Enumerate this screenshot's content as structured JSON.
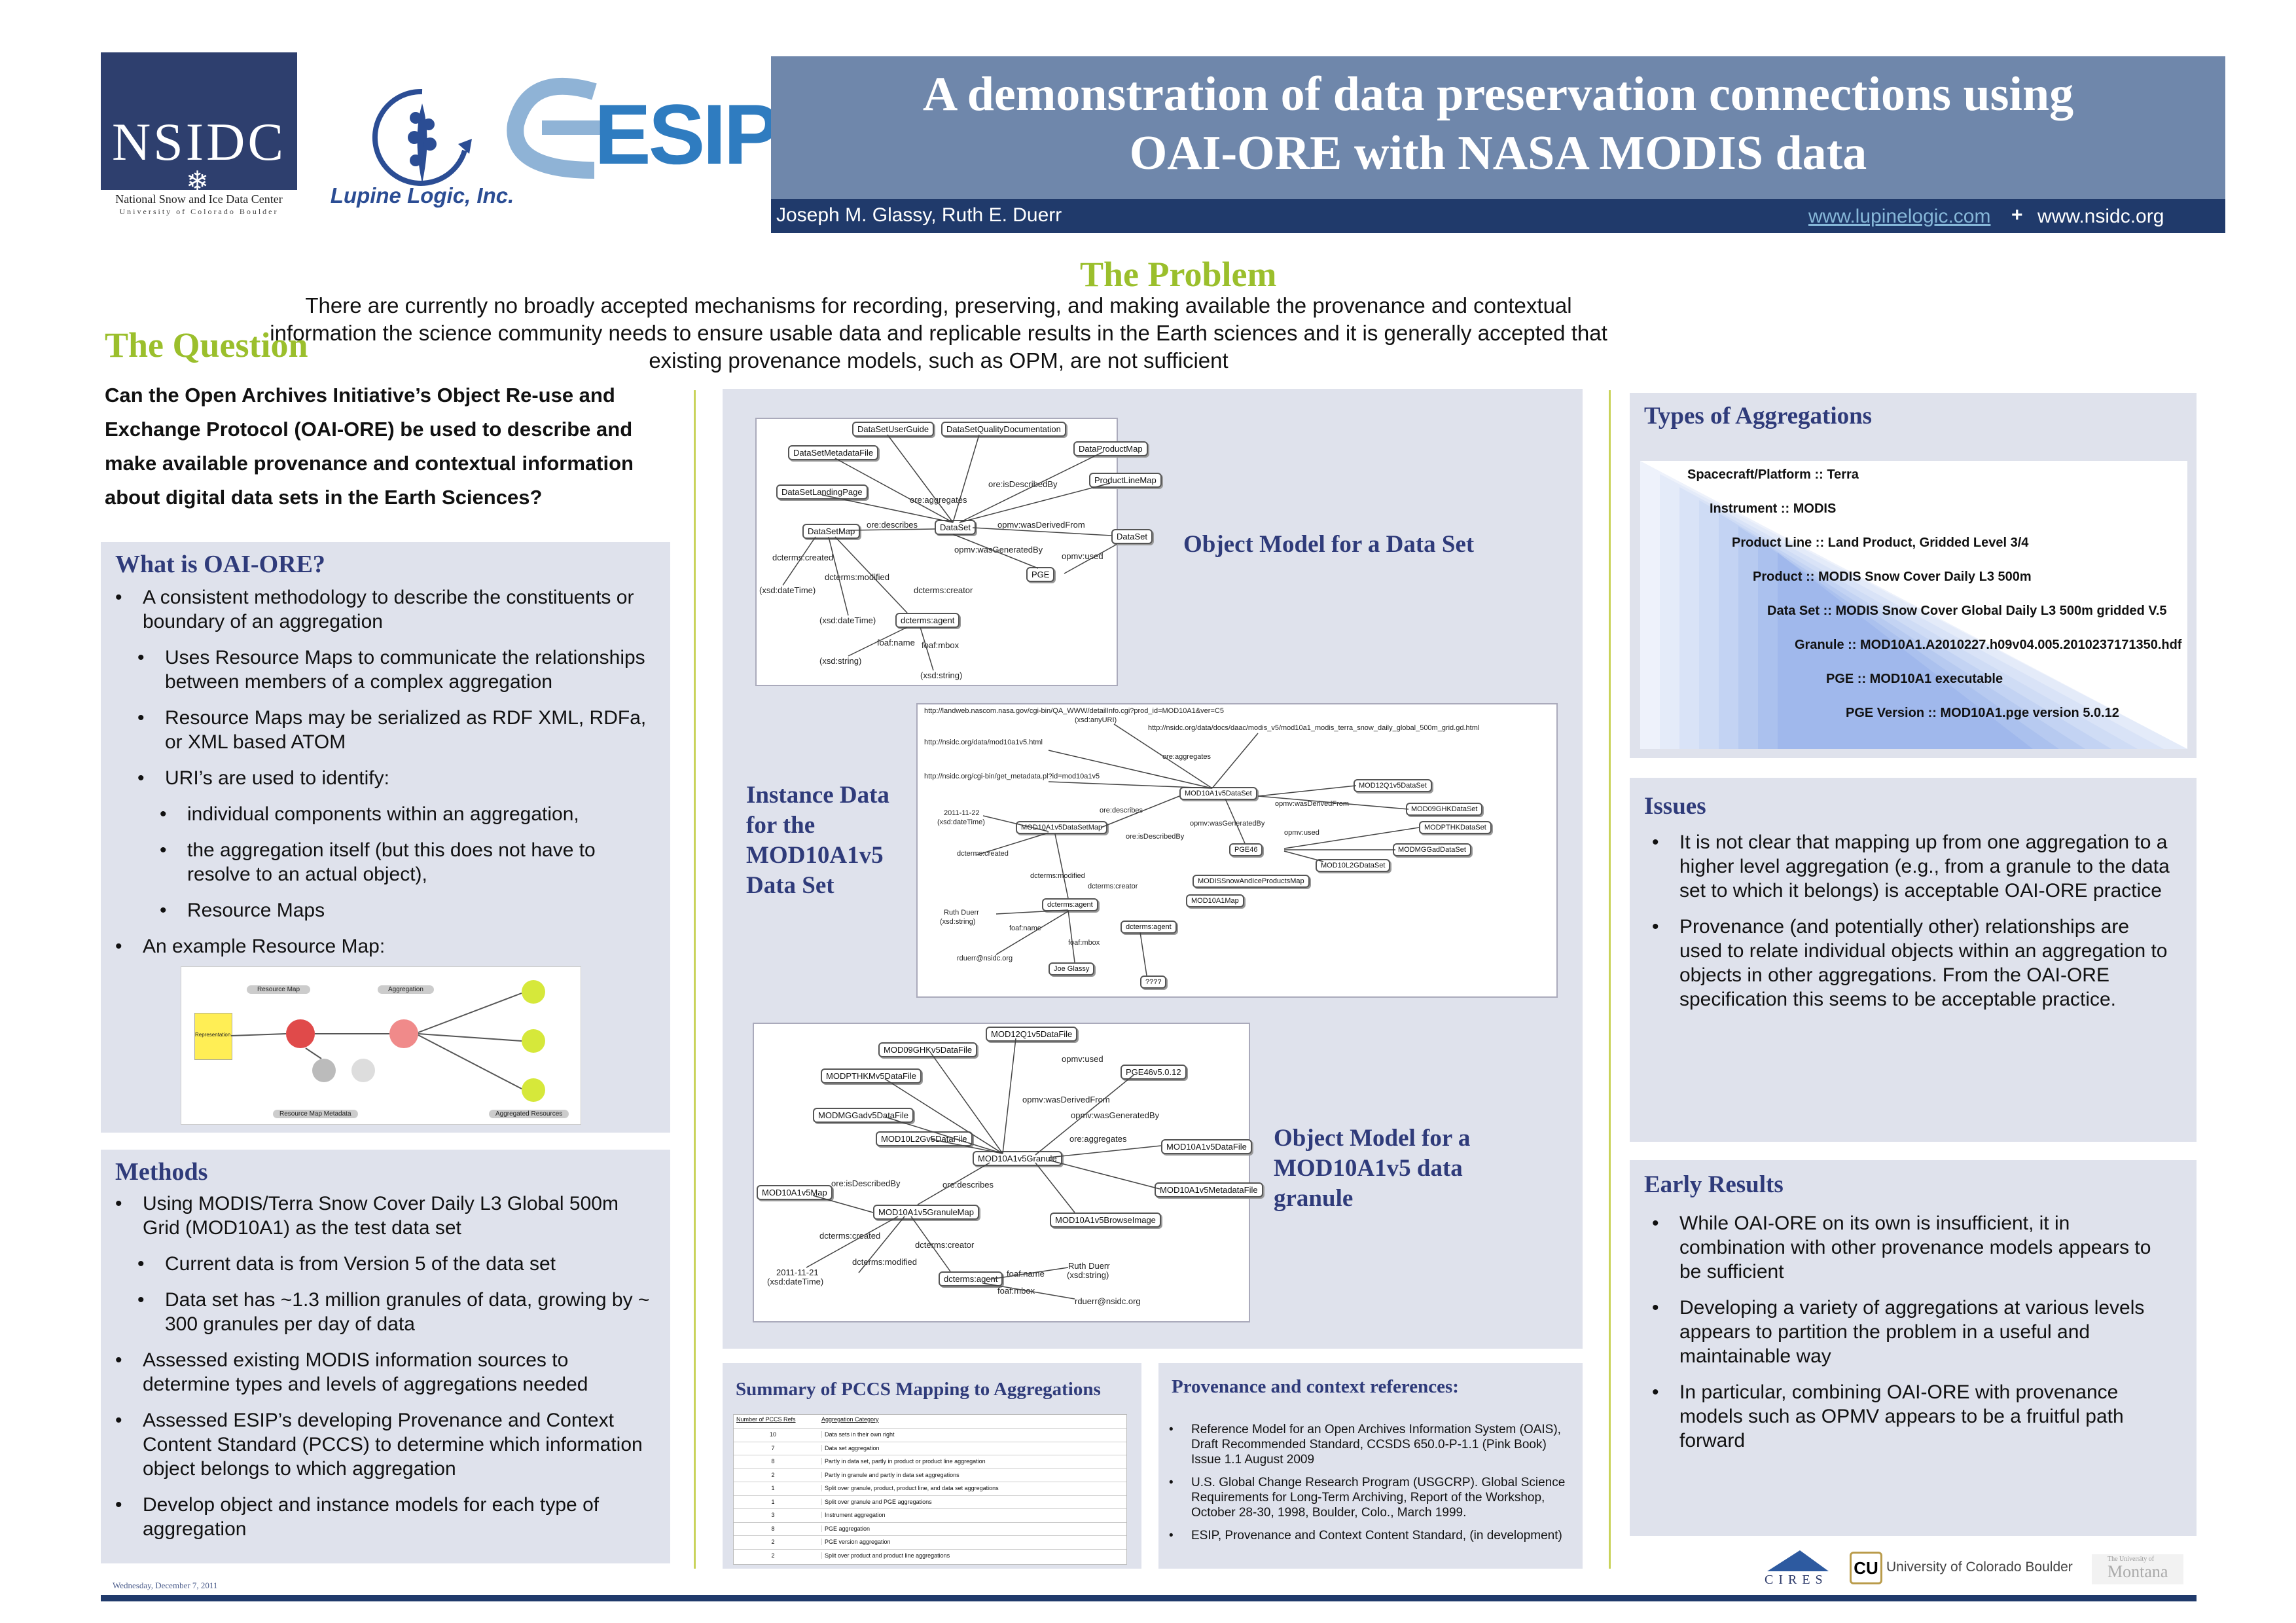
{
  "header": {
    "title_line1": "A demonstration of data preservation connections using",
    "title_line2": "OAI-ORE with NASA MODIS data",
    "authors": "Joseph M. Glassy, Ruth E. Duerr",
    "link1": "www.lupinelogic.com",
    "plus": "+",
    "link2": "www.nsidc.org"
  },
  "logos": {
    "nsidc_text": "NSIDC",
    "nsidc_sub": "National Snow and Ice Data Center",
    "nsidc_sub2": "University of Colorado Boulder",
    "lupine_text": "Lupine Logic, Inc.",
    "esip_text": "ESIP"
  },
  "problem": {
    "title": "The Problem",
    "line1": "There are currently no broadly accepted mechanisms for recording, preserving, and making available the provenance and contextual",
    "line2": "information the science community needs to ensure usable data and replicable results in the Earth sciences and it is generally accepted that",
    "line3": "existing provenance models, such as OPM, are not sufficient"
  },
  "question": {
    "title": "The Question",
    "lines": [
      "Can the Open Archives Initiative’s Object Re-use and",
      "Exchange Protocol (OAI-ORE) be used to describe and",
      "make available provenance and contextual information",
      "about digital data sets in the Earth Sciences?"
    ]
  },
  "oaiore": {
    "title": "What is OAI-ORE?",
    "b1": "A consistent methodology to describe the constituents or boundary of an aggregation",
    "b1a": "Uses Resource Maps to communicate the relationships between members of a complex aggregation",
    "b1b": "Resource Maps may be serialized as RDF XML, RDFa, or XML based ATOM",
    "b1c": "URI’s are used to identify:",
    "b1c1": "individual components within an aggregation,",
    "b1c2": "the aggregation itself (but this does not have to resolve to an actual object),",
    "b1c3": "Resource Maps",
    "b2": "An example Resource Map:",
    "ex_labels": {
      "resource_map": "Resource Map",
      "aggregation": "Aggregation",
      "representation": "Representation",
      "metadata": "Resource Map Metadata",
      "aggregated": "Aggregated Resources"
    }
  },
  "methods": {
    "title": "Methods",
    "b1": "Using MODIS/Terra Snow Cover Daily L3 Global 500m Grid (MOD10A1) as the test data set",
    "b1a": "Current data is from Version 5 of the data set",
    "b1b": "Data set has ~1.3 million granules of data, growing by ~ 300 granules per day of data",
    "b2": "Assessed existing MODIS information sources to determine types and levels of aggregations needed",
    "b3": "Assessed ESIP’s developing Provenance and Context Content Standard (PCCS) to determine which information object belongs to which aggregation",
    "b4": "Develop object and instance models for each type of aggregation"
  },
  "diagrams": {
    "d1_caption": "Object Model for a Data Set",
    "d2_caption_l1": "Instance Data",
    "d2_caption_l2": "for the",
    "d2_caption_l3": "MOD10A1v5",
    "d2_caption_l4": "Data Set",
    "d3_caption_l1": "Object Model for a",
    "d3_caption_l2": "MOD10A1v5 data",
    "d3_caption_l3": "granule",
    "d1_nodes": [
      "DataSetUserGuide",
      "DataSetQualityDocumentation",
      "DataSetMetadataFile",
      "DataProductMap",
      "ProductLineMap",
      "DataSetLandingPage",
      "DataSetMap",
      "DataSet",
      "DataSet",
      "PGE",
      "dcterms:agent"
    ],
    "d1_labels": [
      "ore:aggregates",
      "ore:isDescribedBy",
      "ore:describes",
      "opmv:wasDerivedFrom",
      "opmv:wasGeneratedBy",
      "opmv:used",
      "dcterms:created",
      "dcterms:modified",
      "dcterms:creator",
      "(xsd:dateTime)",
      "(xsd:dateTime)",
      "foaf:name",
      "foaf:mbox",
      "(xsd:string)",
      "(xsd:string)"
    ],
    "d2_nodes": [
      "MOD12Q1v5DataSet",
      "MOD10A1v5DataSet",
      "MOD09GHKDataSet",
      "MOD10A1v5DataSetMap",
      "MODPTHKDataSet",
      "PGE46",
      "MODMGGadDataSet",
      "MOD10L2GDataSet",
      "MODISSnowAndIceProductsMap",
      "MOD10A1Map",
      "dcterms:agent",
      "dcterms:agent",
      "Joe Glassy",
      "????"
    ],
    "d2_labels": [
      "http://landweb.nascom.nasa.gov/cgi-bin/QA_WWW/detailInfo.cgi?prod_id=MOD10A1&ver=C5",
      "(xsd:anyURI)",
      "http://nsidc.org/data/docs/daac/modis_v5/mod10a1_modis_terra_snow_daily_global_500m_grid.gd.html",
      "http://nsidc.org/data/mod10a1v5.html",
      "http://nsidc.org/cgi-bin/get_metadata.pl?id=mod10a1v5",
      "ore:aggregates",
      "opmv:wasDerivedFrom",
      "ore:describes",
      "opmv:wasGeneratedBy",
      "ore:isDescribedBy",
      "opmv:used",
      "2011-11-22",
      "(xsd:dateTime)",
      "dcterms:created",
      "dcterms:modified",
      "dcterms:creator",
      "Ruth Duerr",
      "(xsd:string)",
      "foaf:name",
      "foaf:mbox",
      "rduerr@nsidc.org"
    ],
    "d3_nodes": [
      "MOD12Q1v5DataFile",
      "MOD09GHKv5DataFile",
      "MODPTHKMv5DataFile",
      "PGE46v5.0.12",
      "MODMGGadv5DataFile",
      "MOD10L2Gv5DataFile",
      "MOD10A1v5Granule",
      "MOD10A1v5DataFile",
      "MOD10A1v5Map",
      "MOD10A1v5MetadataFile",
      "MOD10A1v5GranuleMap",
      "MOD10A1v5BrowseImage",
      "dcterms:agent"
    ],
    "d3_labels": [
      "opmv:used",
      "opmv:wasDerivedFrom",
      "opmv:wasGeneratedBy",
      "ore:aggregates",
      "ore:isDescribedBy",
      "ore:describes",
      "dcterms:created",
      "dcterms:modified",
      "dcterms:creator",
      "foaf:name",
      "foaf:mbox",
      "Ruth Duerr",
      "(xsd:string)",
      "rduerr@nsidc.org",
      "2011-11-21",
      "(xsd:dateTime)"
    ]
  },
  "summary": {
    "title": "Summary of PCCS Mapping to Aggregations",
    "col1": "Number of PCCS Refs",
    "col2": "Aggregation Category",
    "rows": [
      {
        "n": "10",
        "cat": "Data sets in their own right"
      },
      {
        "n": "7",
        "cat": "Data set aggregation"
      },
      {
        "n": "8",
        "cat": "Partly in data set, partly in product or product line aggregation"
      },
      {
        "n": "2",
        "cat": "Partly in granule and partly in data set aggregations"
      },
      {
        "n": "1",
        "cat": "Split over granule, product, product line, and data set aggregations"
      },
      {
        "n": "1",
        "cat": "Split over granule and PGE aggregations"
      },
      {
        "n": "3",
        "cat": "Instrument aggregation"
      },
      {
        "n": "8",
        "cat": "PGE aggregation"
      },
      {
        "n": "2",
        "cat": "PGE version aggregation"
      },
      {
        "n": "2",
        "cat": "Split over product and product line aggregations"
      }
    ]
  },
  "references": {
    "title": "Provenance and context references:",
    "r1": "Reference Model for an Open Archives Information System (OAIS), Draft Recommended Standard, CCSDS 650.0-P-1.1 (Pink Book) Issue 1.1 August 2009",
    "r2": "U.S. Global Change Research Program (USGCRP). Global Science Requirements for Long-Term Archiving, Report of the Workshop, October 28-30, 1998, Boulder, Colo., March 1999.",
    "r3": "ESIP, Provenance and Context Content Standard, (in development)"
  },
  "aggregations": {
    "title": "Types of Aggregations",
    "levels": [
      "Spacecraft/Platform :: Terra",
      "Instrument :: MODIS",
      "Product Line :: Land Product, Gridded Level 3/4",
      "Product :: MODIS Snow Cover Daily L3 500m",
      "Data Set :: MODIS Snow Cover Global Daily L3 500m gridded V.5",
      "Granule :: MOD10A1.A2010227.h09v04.005.2010237171350.hdf",
      "PGE :: MOD10A1 executable",
      "PGE Version :: MOD10A1.pge version 5.0.12"
    ]
  },
  "issues": {
    "title": "Issues",
    "b1": "It is not clear that mapping up from one aggregation to a higher level aggregation (e.g., from a granule to the data set to which it belongs) is acceptable OAI-ORE practice",
    "b2": "Provenance (and potentially other) relationships are used to relate individual objects within an aggregation to objects in other aggregations.  From the OAI-ORE specification this seems to be acceptable practice."
  },
  "results": {
    "title": "Early Results",
    "b1": "While OAI-ORE on its own is insufficient, it in combination with other provenance models appears to be sufficient",
    "b2": "Developing a variety of aggregations at various levels appears to partition the problem in a useful and maintainable way",
    "b3": "In particular, combining OAI-ORE with provenance models such as OPMV appears to be a fruitful path forward"
  },
  "footer": {
    "date": "Wednesday, December 7, 2011",
    "cires": "CIRES",
    "cu": "University of Colorado Boulder",
    "montana_small": "The University of",
    "montana": "Montana"
  },
  "colors": {
    "header_bg": "#6f87ab",
    "navy": "#203a6b",
    "green": "#9bbf2c",
    "panel": "#dfe2ec"
  }
}
